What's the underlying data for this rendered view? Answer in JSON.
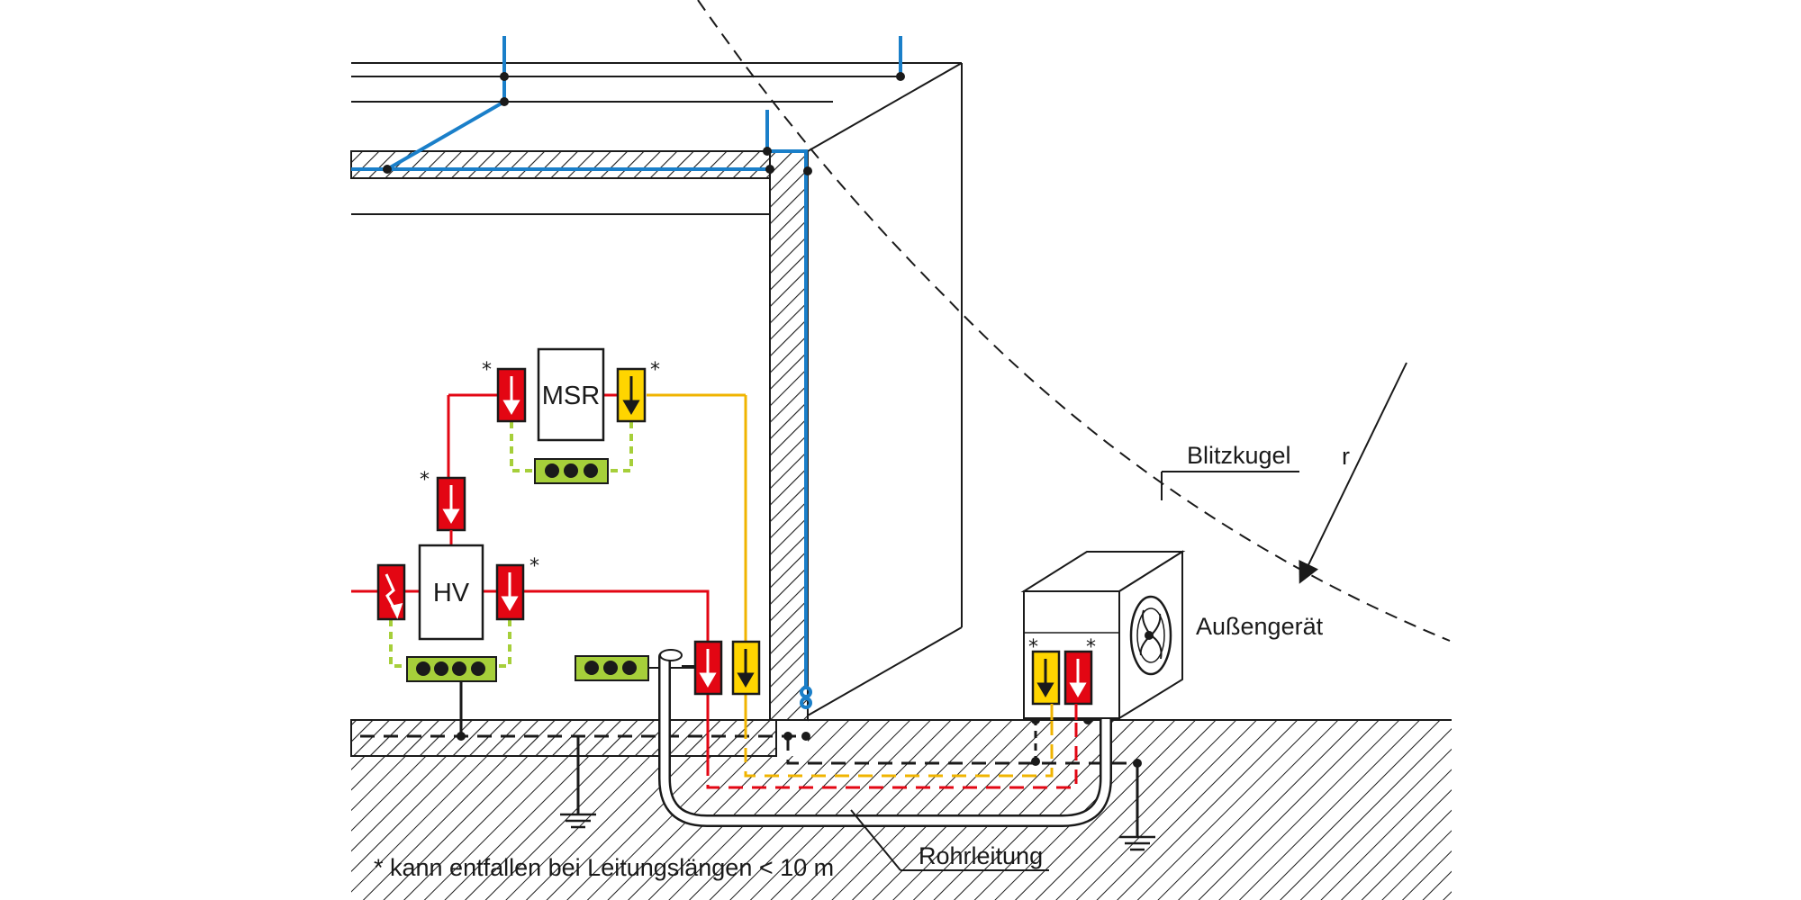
{
  "labels": {
    "blitzkugel": "Blitzkugel",
    "radius": "r",
    "aussengeraet": "Außengerät",
    "rohrleitung": "Rohrleitung",
    "footnote": "* kann entfallen bei Leitungslängen < 10 m",
    "msr": "MSR",
    "hv": "HV",
    "asterisk": "*"
  },
  "colors": {
    "air_termination": "#1a7fc9",
    "power_spd": "#e30613",
    "signal_spd": "#ffd500",
    "power_line": "#e30613",
    "signal_line": "#f0b400",
    "equipotential_bar": "#a6cf3a",
    "ground_hatch": "#1a1a1a",
    "outline": "#1a1a1a"
  },
  "icons": {
    "spd_power": "surge-protective-device-power-icon",
    "spd_signal": "surge-protective-device-signal-icon",
    "earth": "earth-ground-icon",
    "fan": "fan-icon"
  }
}
